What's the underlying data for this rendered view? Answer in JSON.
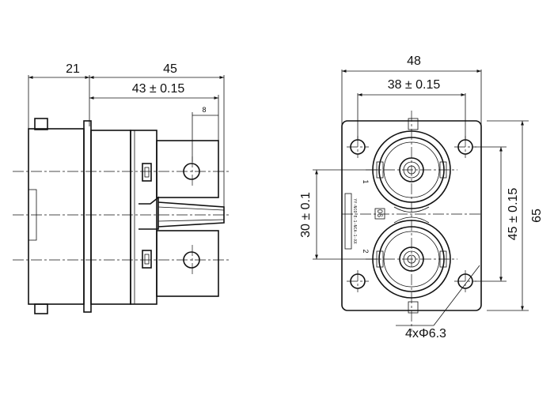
{
  "side_view": {
    "dim_21": "21",
    "dim_45": "45",
    "dim_43": "43 ± 0.15",
    "dim_8": "8"
  },
  "front_view": {
    "dim_48": "48",
    "dim_38": "38 ± 0.15",
    "dim_30": "30 ± 0.1",
    "dim_45": "45 ± 0.15",
    "dim_65": "65",
    "hole_callout": "4xΦ6.3",
    "terminal_1": "1",
    "terminal_2": "2",
    "marking_label": "06",
    "marking_text": "YY-NCO-E-1-NCA-1-XX"
  }
}
